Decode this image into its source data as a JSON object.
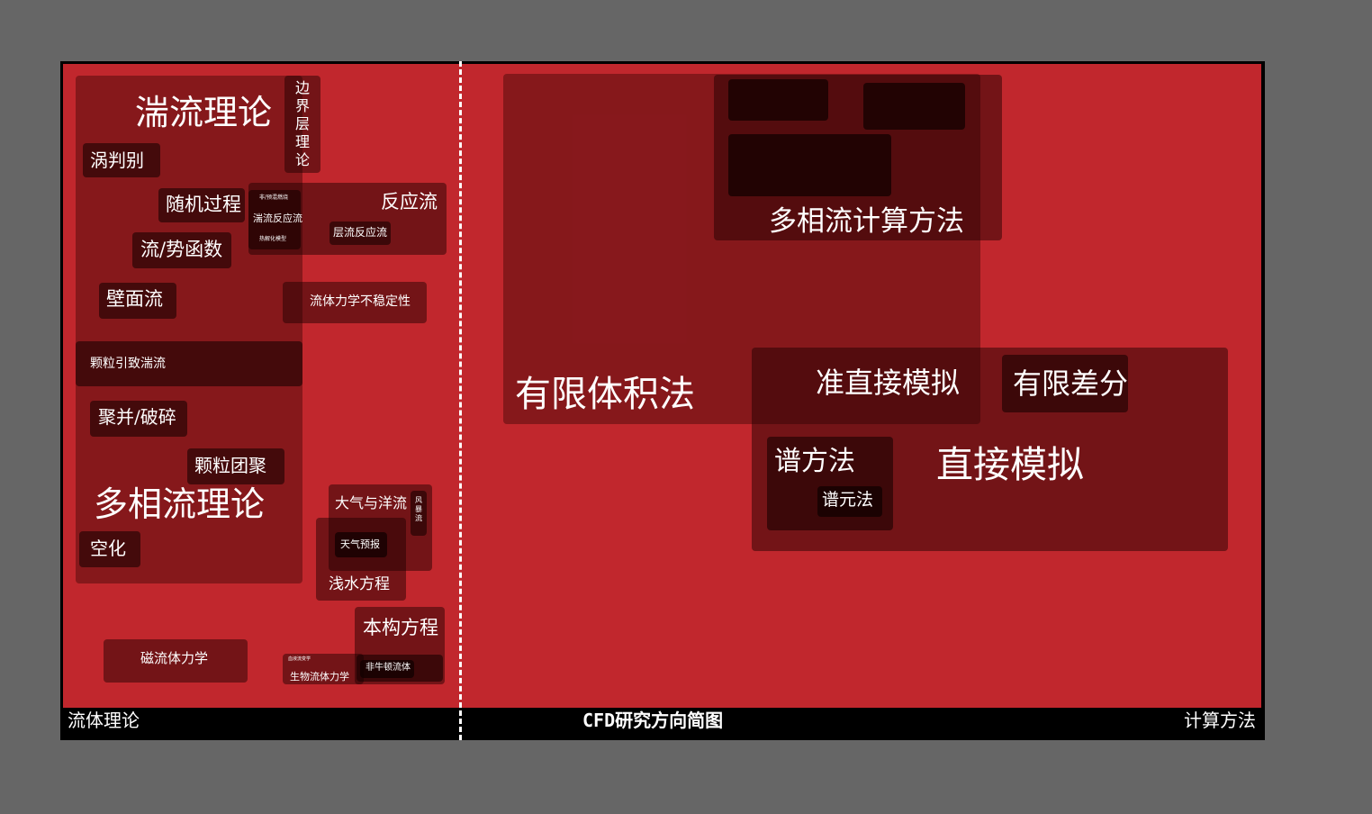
{
  "title": "CFD研究方向简图",
  "left_label": "流体理论",
  "right_label": "计算方法",
  "colors": {
    "background": "#666666",
    "field": "#c1272d",
    "frame": "#000000",
    "text": "#ffffff"
  },
  "left": {
    "turbulence": "湍流理论",
    "boundary_layer": "边界层理论",
    "vortex_criterion": "涡判别",
    "stochastic": "随机过程",
    "stream_potential": "流/势函数",
    "wall_flow": "壁面流",
    "reacting_flow": "反应流",
    "reacting_tiny_1": "非/预混燃烧",
    "turbulent_reacting": "湍流反应流",
    "reacting_tiny_2": "热解化模型",
    "laminar_reacting": "层流反应流",
    "instability": "流体力学不稳定性",
    "particle_turbulence": "颗粒引致湍流",
    "coalescence": "聚并/破碎",
    "agglomeration": "颗粒团聚",
    "multiphase": "多相流理论",
    "cavitation": "空化",
    "atmo_ocean": "大气与洋流",
    "wind_vortex": "风暴流",
    "weather": "天气预报",
    "shallow_water": "浅水方程",
    "constitutive": "本构方程",
    "mhd": "磁流体力学",
    "biomech_tiny": "血液流变学",
    "bio_fluid": "生物流体力学",
    "non_newtonian": "非牛顿流体"
  },
  "right": {
    "fvm": "有限体积法",
    "multiphase_methods": "多相流计算方法",
    "les": "准直接模拟",
    "fdm": "有限差分",
    "dns": "直接模拟",
    "spectral": "谱方法",
    "spectral_element": "谱元法"
  }
}
